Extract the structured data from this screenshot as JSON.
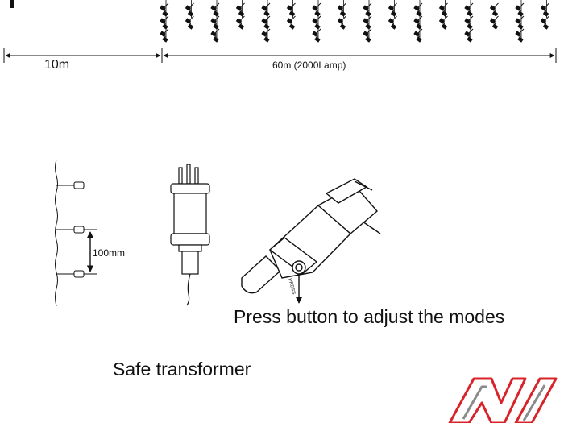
{
  "dimensions": {
    "lead_length": "10m",
    "light_length": "60m (2000Lamp)",
    "drop_spacing": "100mm"
  },
  "button_label": "PRESS",
  "instruction": "Press button to adjust the modes",
  "caption": "Safe transformer",
  "colors": {
    "line": "#111111",
    "logo_red": "#d8232a",
    "logo_gray": "#8a8a8a"
  },
  "icons": [
    "icicle-lights-icon",
    "connector-cable-icon",
    "plug-transformer-icon",
    "controller-box-icon",
    "brand-logo-icon"
  ]
}
